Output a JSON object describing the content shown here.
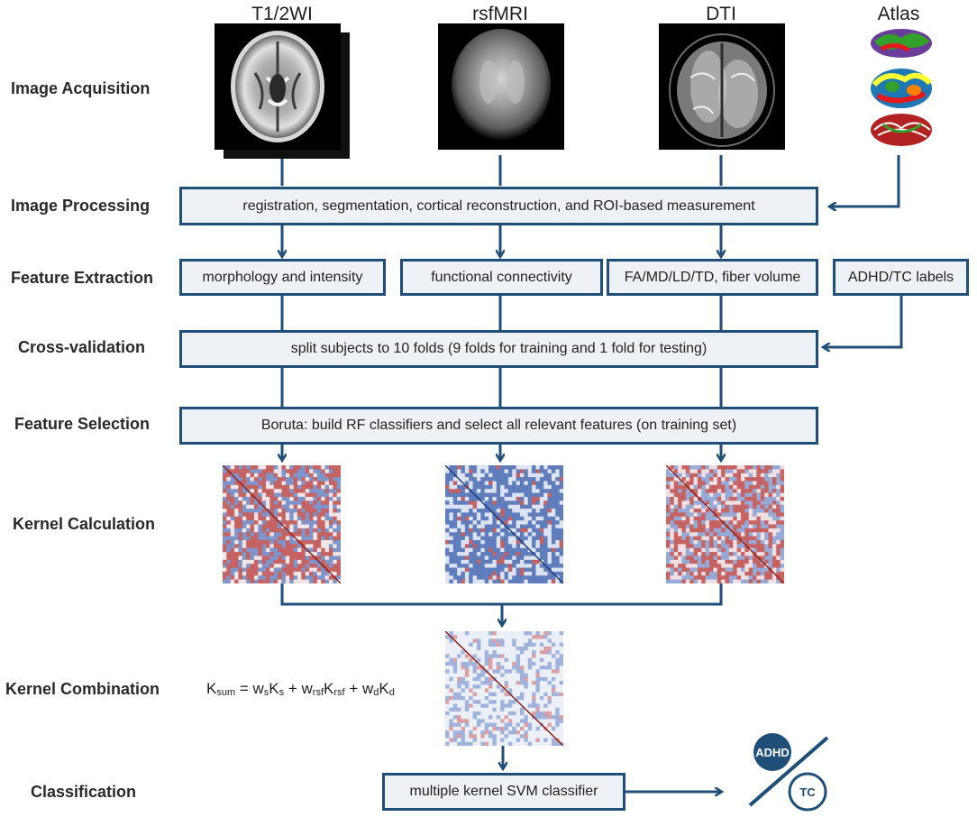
{
  "columns": {
    "t1": "T1/2WI",
    "rsfmri": "rsfMRI",
    "dti": "DTI",
    "atlas": "Atlas"
  },
  "stages": {
    "acquisition": "Image Acquisition",
    "processing": "Image Processing",
    "extraction": "Feature Extraction",
    "cross_validation": "Cross-validation",
    "selection": "Feature Selection",
    "kernel_calc": "Kernel Calculation",
    "kernel_comb": "Kernel Combination",
    "classification": "Classification"
  },
  "boxes": {
    "processing": "registration, segmentation, cortical reconstruction, and ROI-based measurement",
    "morphology": "morphology and intensity",
    "connectivity": "functional connectivity",
    "diffusion": "FA/MD/LD/TD, fiber volume",
    "labels": "ADHD/TC labels",
    "cross_validation": "split subjects to 10 folds (9 folds for training and 1 fold for testing)",
    "selection": "Boruta: build RF classifiers and select all relevant features (on training set)",
    "classifier": "multiple kernel SVM classifier"
  },
  "formula": {
    "k": "K",
    "sum": "sum",
    "eq": " = ",
    "ws": "w",
    "s1": "s",
    "ks": "K",
    "s2": "s",
    "plus1": " + ",
    "wrsf": "w",
    "rsf1": "rsf",
    "krsf": "K",
    "rsf2": "rsf",
    "plus2": " + ",
    "wd": "w",
    "d1": "d",
    "kd": "K",
    "d2": "d"
  },
  "outcome": {
    "adhd": "ADHD",
    "tc": "TC"
  },
  "colors": {
    "arrow": "#1f4e79",
    "box_fill": "#eef2f6",
    "badge_fill": "#1f4e79",
    "kernel_red": "#c0504d",
    "kernel_blue": "#4f6fb5"
  }
}
